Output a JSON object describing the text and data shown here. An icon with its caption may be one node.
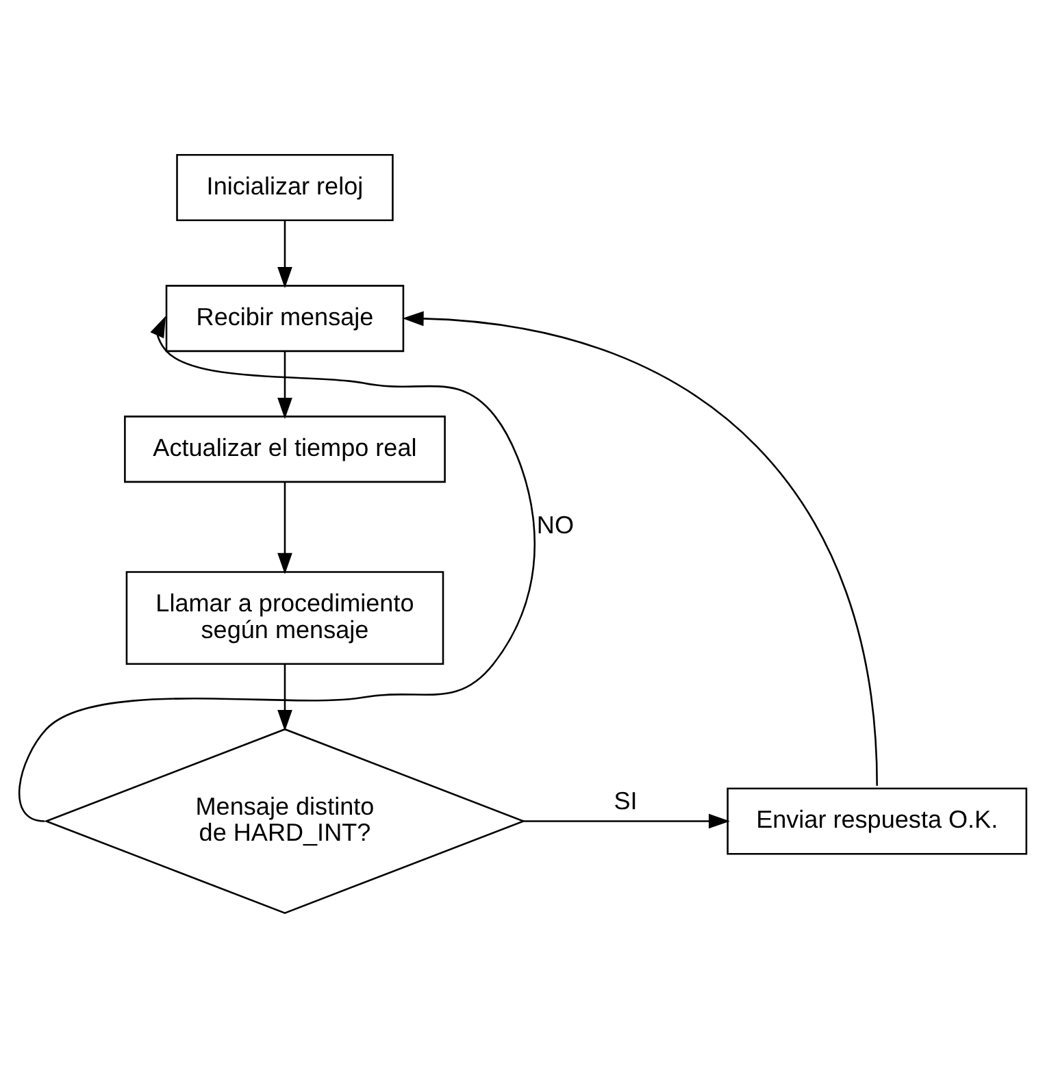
{
  "diagram": {
    "nodes": [
      {
        "text": [
          "Inicializar reloj"
        ]
      },
      {
        "text": [
          "Recibir mensaje"
        ]
      },
      {
        "text": [
          "Actualizar el tiempo real"
        ]
      },
      {
        "text": [
          "Llamar a procedimiento según mensaje"
        ]
      },
      {
        "text": [
          "Mensaje distinto de HARD_INT?"
        ]
      },
      {
        "text": [
          "Enviar respuesta O.K."
        ]
      }
    ],
    "edges": [
      {
        "from": 0,
        "to": 1,
        "arrow": "to"
      },
      {
        "from": 1,
        "to": 2,
        "arrow": "to"
      },
      {
        "from": 2,
        "to": 3,
        "arrow": "to"
      },
      {
        "from": 3,
        "to": 4,
        "arrow": "to"
      },
      {
        "from": 4,
        "to": 1,
        "arrow": "to",
        "label": "NO"
      },
      {
        "from": 4,
        "to": 5,
        "arrow": "to",
        "label": "SI"
      },
      {
        "from": 5,
        "to": 1,
        "arrow": "to"
      }
    ]
  }
}
